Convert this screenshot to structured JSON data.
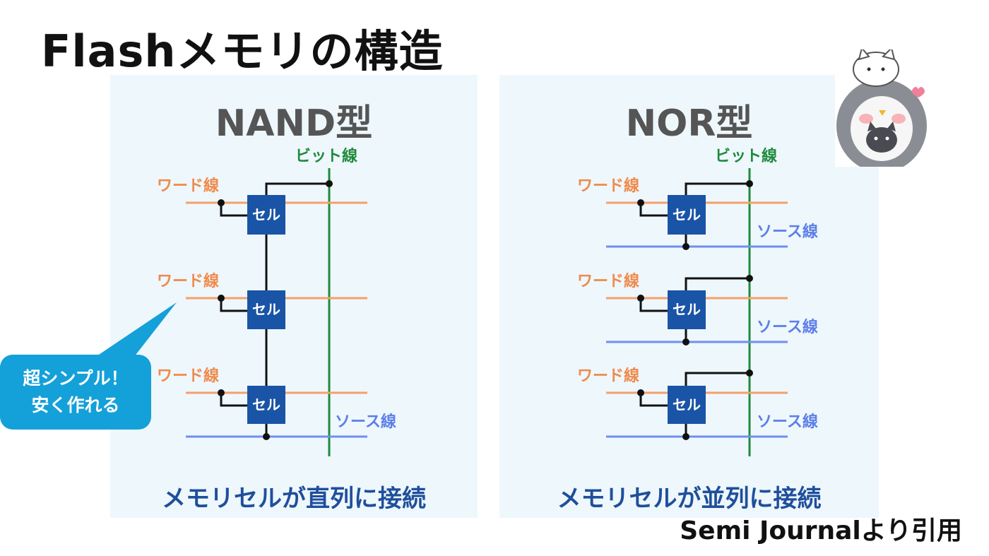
{
  "page": {
    "title": "Flashメモリの構造"
  },
  "nand": {
    "heading": "NAND型",
    "bit_line_label": "ビット線",
    "word_line_label": "ワード線",
    "source_line_label": "ソース線",
    "cell_label": "セル",
    "caption": "メモリセルが直列に接続",
    "callout": {
      "line1": "超シンプル！",
      "line2": "安く作れる"
    }
  },
  "nor": {
    "heading": "NOR型",
    "bit_line_label": "ビット線",
    "word_line_label": "ワード線",
    "source_line_label": "ソース線",
    "cell_label": "セル",
    "caption": "メモリセルが並列に接続"
  },
  "credit": "Semi Journalより引用",
  "colors": {
    "word_line": "#f5a06a",
    "bit_line": "#1e8a3c",
    "source_line": "#6e8ff0",
    "cell": "#1a54a6",
    "caption": "#1f4f9c",
    "callout": "#14a0d9",
    "panel": "#eef7fc"
  },
  "icons": {
    "mascot": "penguin-and-cats-illustration"
  }
}
